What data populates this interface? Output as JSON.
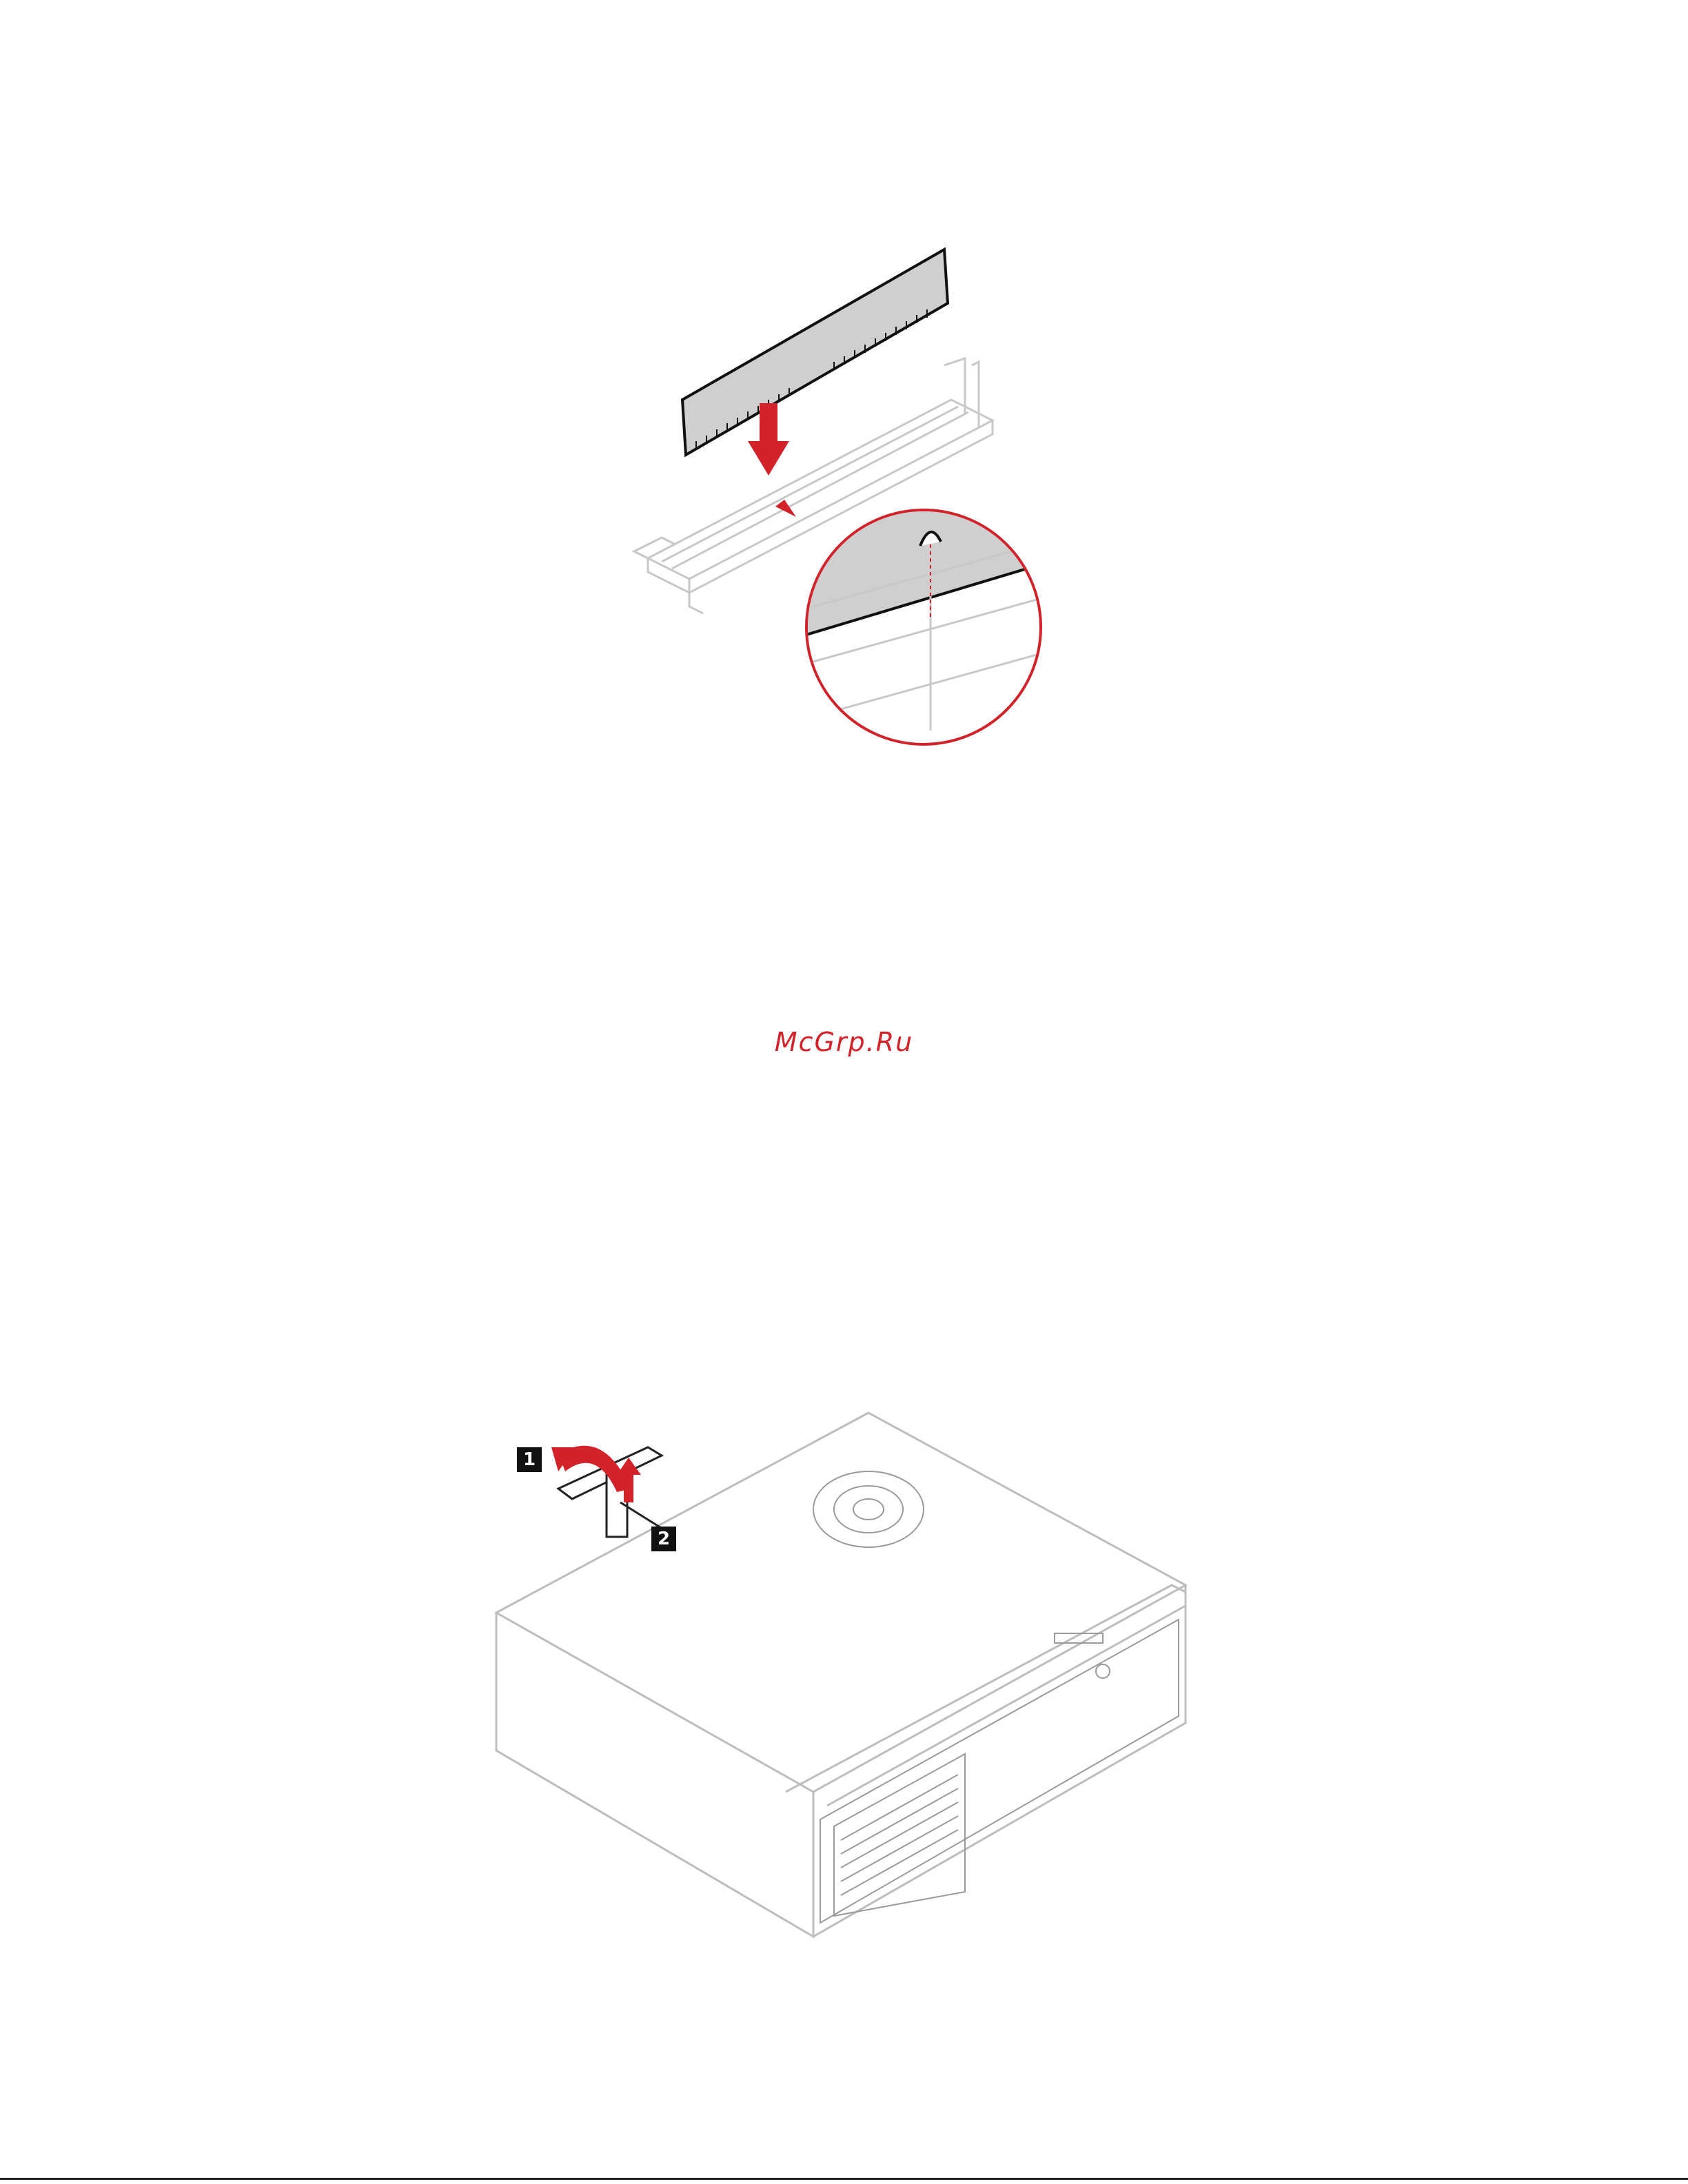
{
  "watermark": {
    "text": "McGrp.Ru",
    "color": "#d2232a"
  },
  "figures": [
    {
      "name": "memory-module-installation",
      "accent": "#d2232a"
    },
    {
      "name": "chassis-bracket-removal",
      "accent": "#d2232a",
      "callouts": [
        "1",
        "2"
      ]
    }
  ]
}
